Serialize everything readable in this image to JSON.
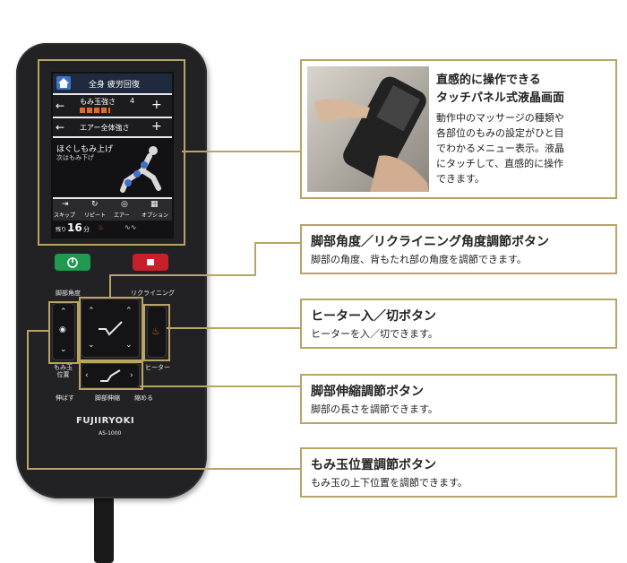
{
  "screen": {
    "header": "全身 疲労回復",
    "row1_label": "もみ玉強さ",
    "row1_value": "4",
    "row2_label": "エアー全体強さ",
    "prog_main": "ほぐしもみ上げ",
    "prog_next": "次はもみ下げ",
    "tabs": [
      "スキップ",
      "リピート",
      "エアー",
      "オプション"
    ],
    "time_prefix": "残り",
    "time_value": "16",
    "time_unit": "分"
  },
  "remote": {
    "label_leg_angle": "脚部角度",
    "label_recline": "リクライニング",
    "label_momi": "もみ玉\n位置",
    "label_heater": "ヒーター",
    "label_extend": "伸ばす",
    "label_leg_stretch": "脚部伸縮",
    "label_shrink": "縮める",
    "brand": "FUJIIRYOKI",
    "model": "AS-1000"
  },
  "callouts": [
    {
      "title_line1": "直感的に操作できる",
      "title_line2": "タッチパネル式液晶画面",
      "desc": "動作中のマッサージの種類や\n各部位のもみの設定がひと目\nでわかるメニュー表示。液晶\nにタッチして、直感的に操作\nできます。"
    },
    {
      "title": "脚部角度／リクライニング角度調節ボタン",
      "desc": "脚部の角度、背もたれ部の角度を調節できます。"
    },
    {
      "title": "ヒーター入／切ボタン",
      "desc": "ヒーターを入／切できます。"
    },
    {
      "title": "脚部伸縮調節ボタン",
      "desc": "脚部の長さを調節できます。"
    },
    {
      "title": "もみ玉位置調節ボタン",
      "desc": "もみ玉の上下位置を調節できます。"
    }
  ],
  "colors": {
    "accent": "#b9a466",
    "power_green": "#1f9a4f",
    "stop_red": "#c8202a",
    "body": "#222224"
  }
}
